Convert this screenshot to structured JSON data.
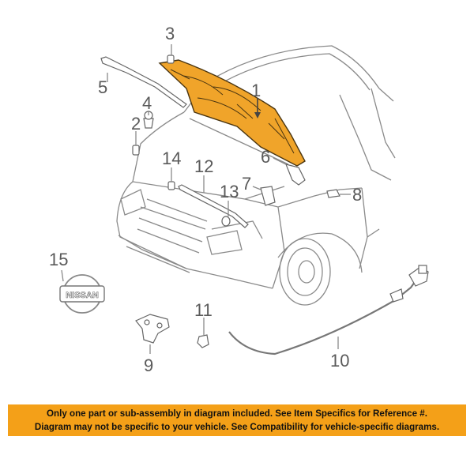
{
  "callouts": {
    "c1": "1",
    "c2": "2",
    "c3": "3",
    "c4": "4",
    "c5": "5",
    "c6": "6",
    "c7": "7",
    "c8": "8",
    "c9": "9",
    "c10": "10",
    "c11": "11",
    "c12": "12",
    "c13": "13",
    "c14": "14",
    "c15": "15"
  },
  "emblem_text": "NISSAN",
  "colors": {
    "hood_fill": "#f0a42a",
    "banner_bg": "#f4a018"
  },
  "notice": {
    "line1": "Only one part or sub-assembly in diagram included. See Item Specifics for Reference #.",
    "line2": "Diagram may not be specific to your vehicle. See Compatibility for vehicle-specific diagrams."
  }
}
